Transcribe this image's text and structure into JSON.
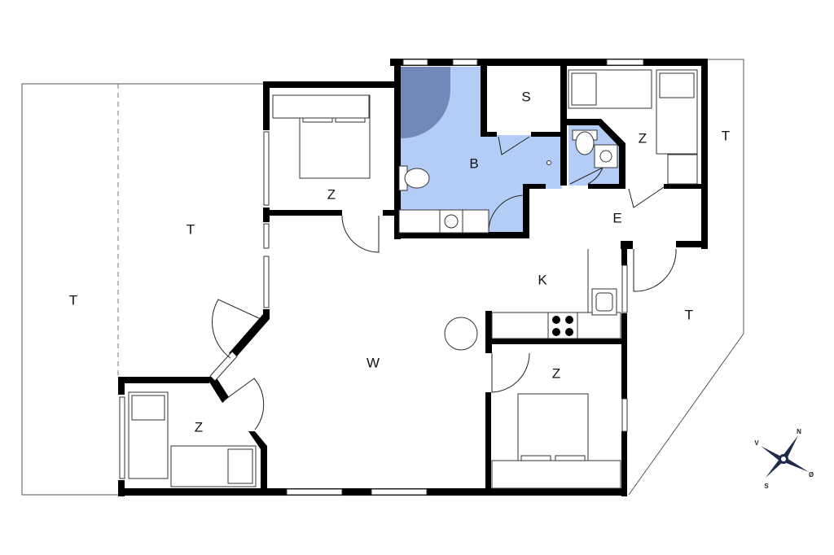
{
  "rooms": {
    "terrace_far_left": "T",
    "terrace_left": "T",
    "terrace_top_right": "T",
    "terrace_right": "T",
    "bedroom_top": "Z",
    "bathroom": "B",
    "storage": "S",
    "bedroom_top_right": "Z",
    "entrance": "E",
    "kitchen": "K",
    "living": "W",
    "bedroom_bottom_left": "Z",
    "bedroom_bottom_right": "Z"
  },
  "compass": {
    "north": "N",
    "west": "V",
    "south": "S",
    "east": "Ø"
  },
  "colors": {
    "bath_fill": "#b4cdf6",
    "shower_fill": "#7188b8",
    "wall": "#000000"
  }
}
